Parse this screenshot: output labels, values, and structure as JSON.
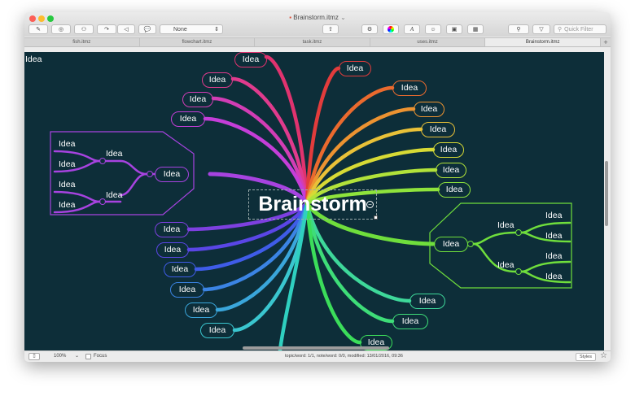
{
  "window": {
    "title": "Brainstorm.itmz"
  },
  "toolbar": {
    "style_select": "None",
    "filter_placeholder": "Quick Filter"
  },
  "tabs": [
    "fish.itmz",
    "flowchart.itmz",
    "task.itmz",
    "uses.itmz",
    "Brainstorm.itmz"
  ],
  "map": {
    "central": "Brainstorm",
    "idea_label": "Idea"
  },
  "status": {
    "zoom": "100%",
    "focus_label": "Focus",
    "info": "topic/word: 1/1, note/word: 0/0, modified: 13/01/2016, 09:36",
    "styles_button": "Styles"
  },
  "colors": {
    "canvas": "#0d2e39",
    "close": "#fc5f57",
    "minimize": "#fdbc2e",
    "zoom": "#28c840"
  }
}
